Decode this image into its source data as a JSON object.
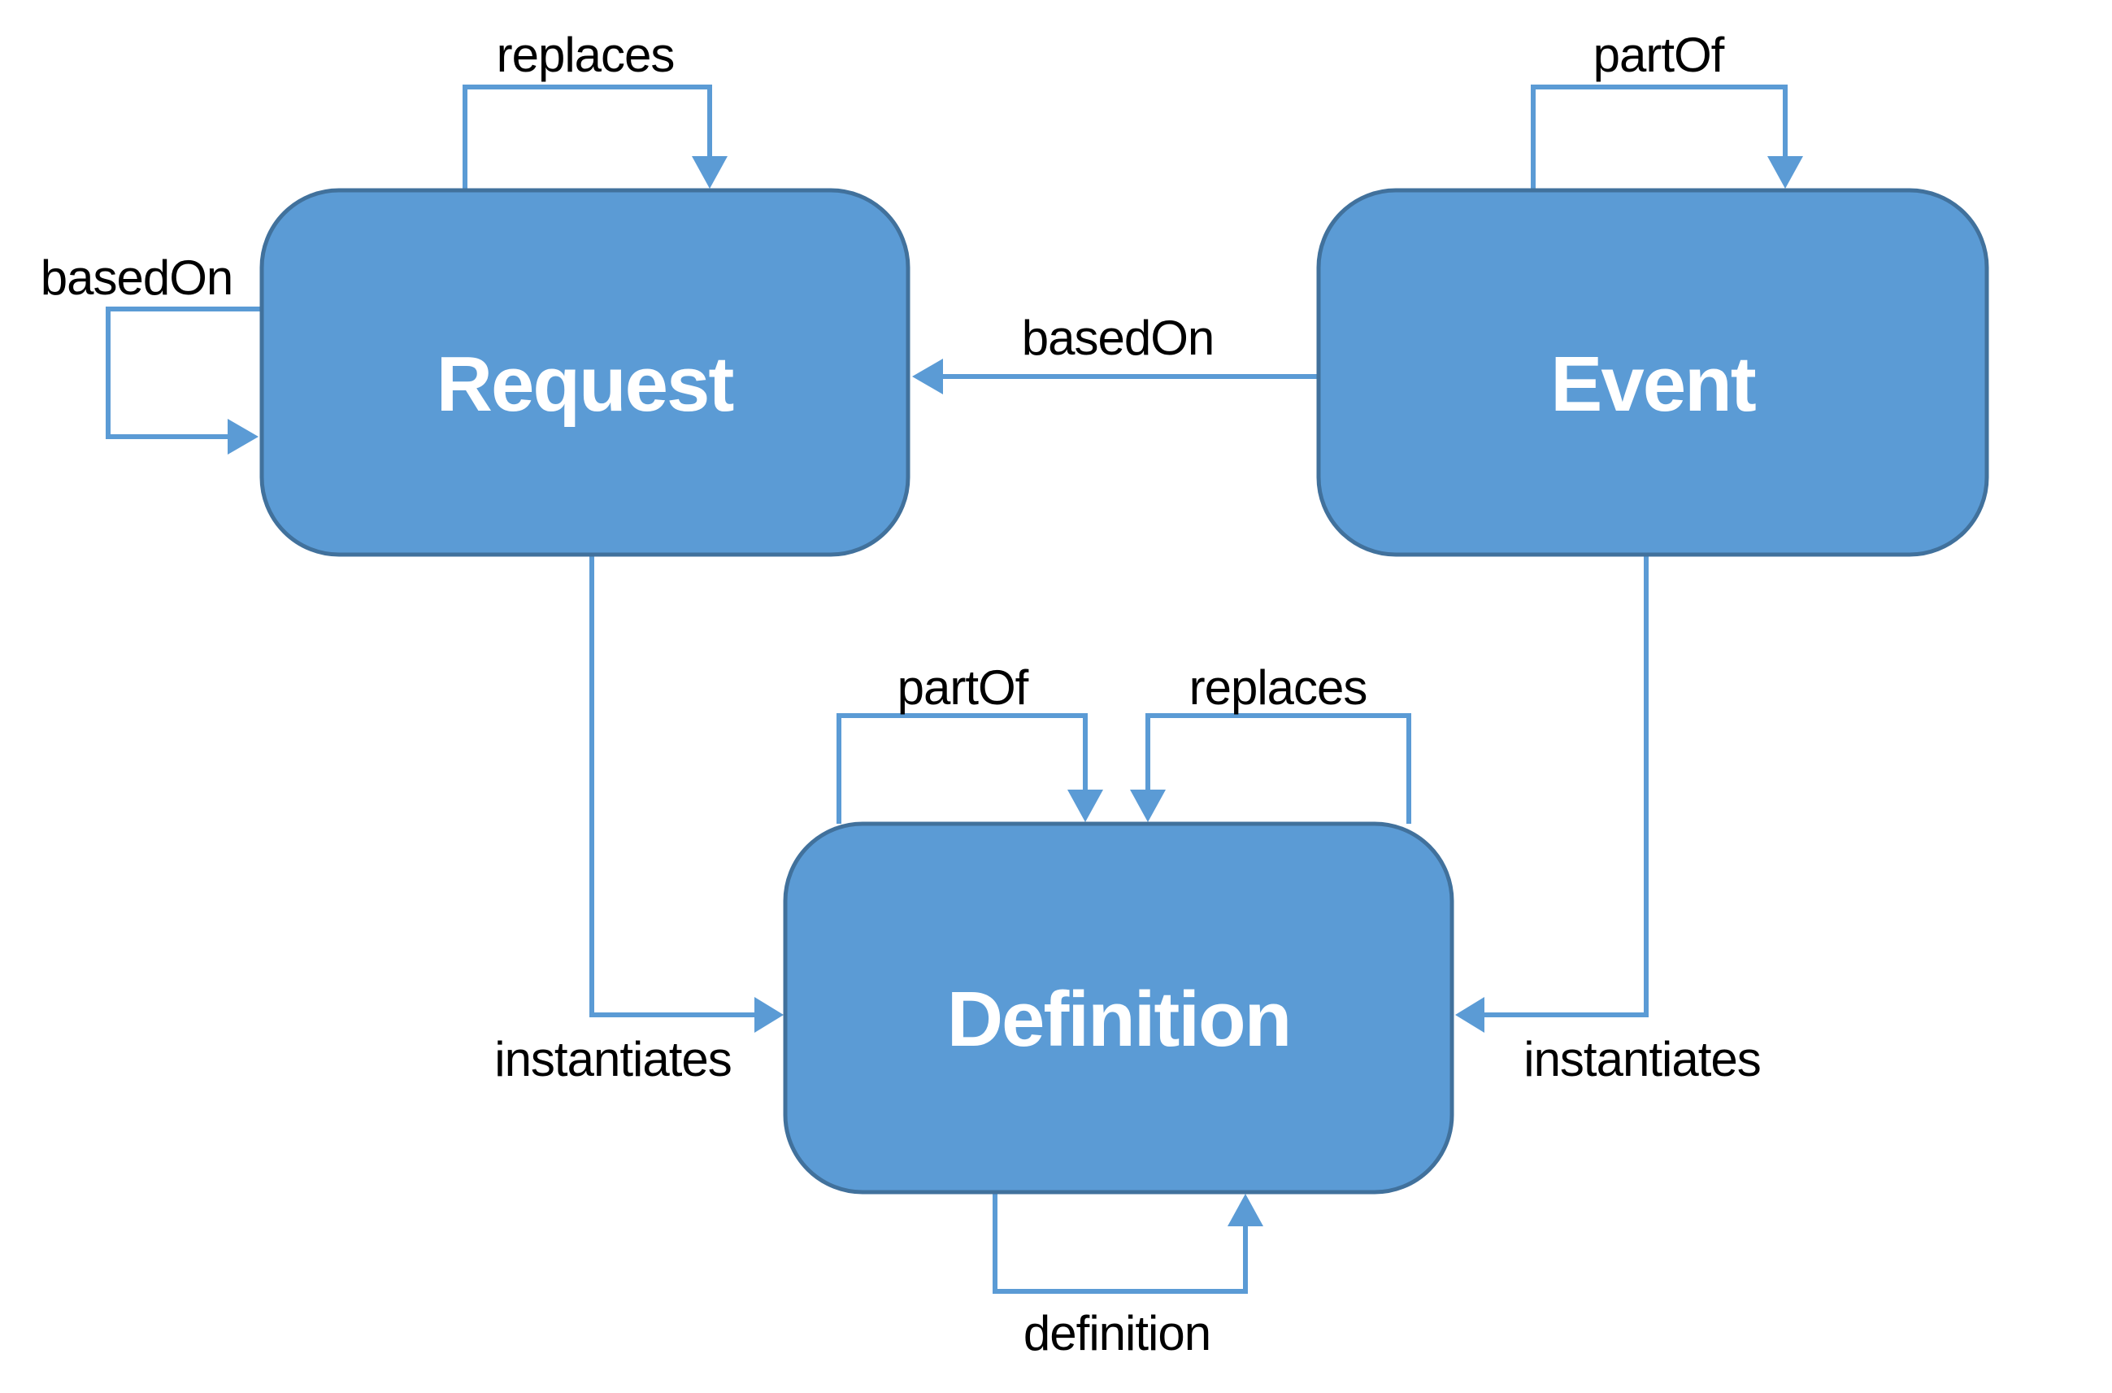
{
  "colors": {
    "background": "#FFFFFF",
    "node_fill": "#5B9BD5",
    "node_border": "#41719C",
    "connector": "#5B9BD5",
    "node_text": "#FFFFFF",
    "edge_label_text": "#000000"
  },
  "diagram": {
    "nodes": {
      "request": {
        "label": "Request"
      },
      "event": {
        "label": "Event"
      },
      "definition": {
        "label": "Definition"
      }
    },
    "edges": {
      "request_replaces_self": {
        "label": "replaces",
        "from": "Request",
        "to": "Request"
      },
      "request_basedon_self": {
        "label": "basedOn",
        "from": "Request",
        "to": "Request"
      },
      "event_partof_self": {
        "label": "partOf",
        "from": "Event",
        "to": "Event"
      },
      "event_basedon_request": {
        "label": "basedOn",
        "from": "Event",
        "to": "Request"
      },
      "request_instantiates_definition": {
        "label": "instantiates",
        "from": "Request",
        "to": "Definition"
      },
      "event_instantiates_definition": {
        "label": "instantiates",
        "from": "Event",
        "to": "Definition"
      },
      "definition_partof_self": {
        "label": "partOf",
        "from": "Definition",
        "to": "Definition"
      },
      "definition_replaces_self": {
        "label": "replaces",
        "from": "Definition",
        "to": "Definition"
      },
      "definition_definition_self": {
        "label": "definition",
        "from": "Definition",
        "to": "Definition"
      }
    }
  }
}
